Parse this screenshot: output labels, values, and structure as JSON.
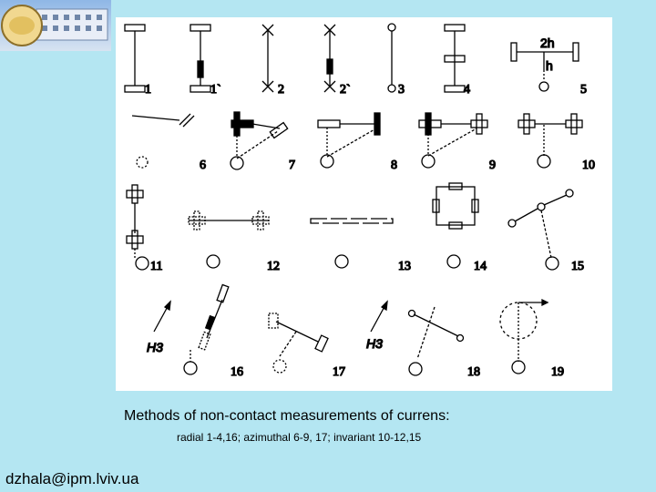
{
  "caption": "Methods of non-contact measurements of currens:",
  "subcaption": "radial 1-4,16;   azimuthal 6-9, 17;   invariant 10-12,15",
  "email": "dzhala@ipm.lviv.ua",
  "labels": [
    "1",
    "1`",
    "2",
    "2`",
    "3",
    "4",
    "5",
    "6",
    "7",
    "8",
    "9",
    "10",
    "11",
    "12",
    "13",
    "14",
    "15",
    "16",
    "17",
    "18",
    "19"
  ],
  "dims": {
    "two_h": "2h",
    "h": "h"
  },
  "h3": "H3"
}
